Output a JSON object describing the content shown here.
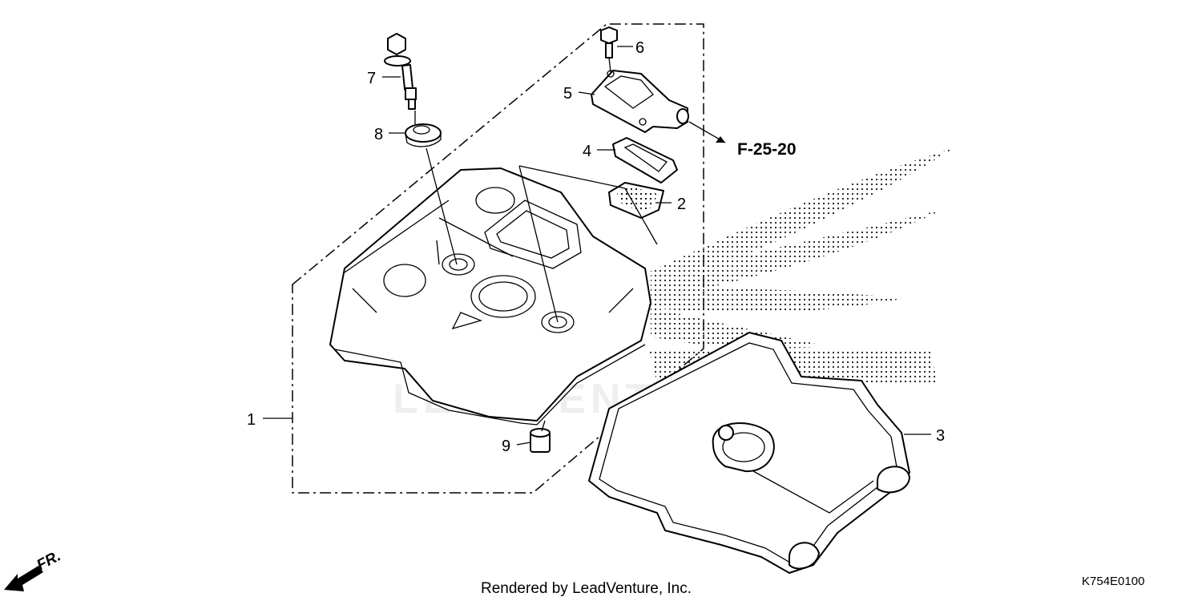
{
  "callouts": {
    "c1": "1",
    "c2": "2",
    "c3": "3",
    "c4": "4",
    "c5": "5",
    "c6": "6",
    "c7": "7",
    "c8": "8",
    "c9": "9"
  },
  "reference": "F-25-20",
  "direction_label": "FR.",
  "watermark": "LEADVENTURE",
  "footer": "Rendered by LeadVenture, Inc.",
  "diagram_code": "K754E0100"
}
